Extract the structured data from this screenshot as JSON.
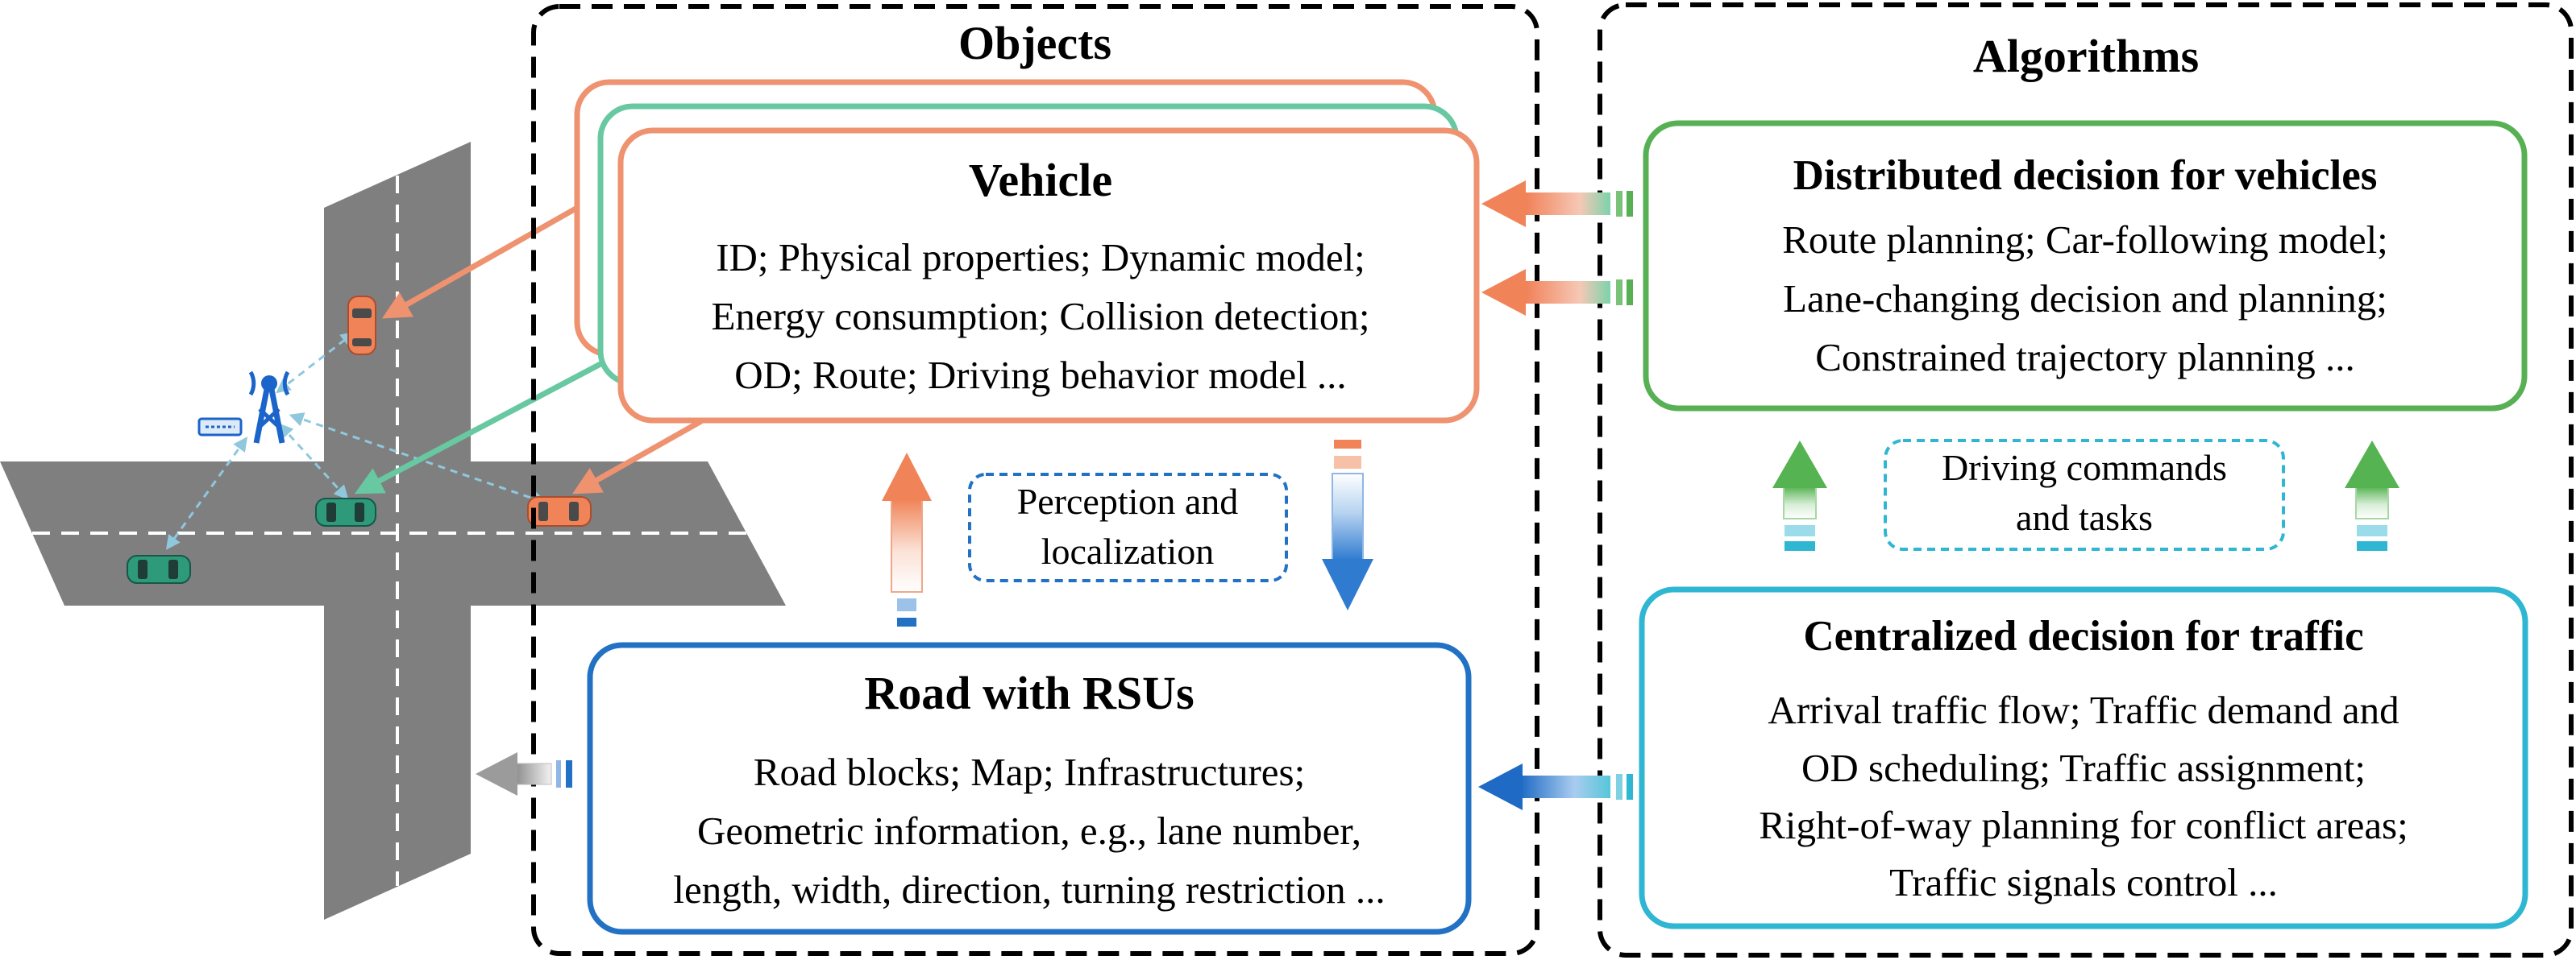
{
  "objects": {
    "title": "Objects",
    "vehicle": {
      "heading": "Vehicle",
      "lines": [
        "ID; Physical properties; Dynamic model;",
        "Energy consumption; Collision detection;",
        "OD; Route; Driving behavior model ..."
      ]
    },
    "road": {
      "heading": "Road with RSUs",
      "lines": [
        "Road blocks; Map; Infrastructures;",
        "Geometric information, e.g., lane number,",
        "length, width, direction, turning restriction ..."
      ]
    },
    "perception_label": [
      "Perception and",
      "localization"
    ]
  },
  "algorithms": {
    "title": "Algorithms",
    "distributed": {
      "heading": "Distributed decision for vehicles",
      "lines": [
        "Route planning; Car-following model;",
        "Lane-changing decision and planning;",
        "Constrained trajectory planning ..."
      ]
    },
    "centralized": {
      "heading": "Centralized decision for traffic",
      "lines": [
        "Arrival traffic flow; Traffic demand and",
        "OD scheduling; Traffic assignment;",
        "Right-of-way planning for conflict areas;",
        "Traffic signals control ..."
      ]
    },
    "commands_label": [
      "Driving commands",
      "and tasks"
    ]
  },
  "colors": {
    "orange": "#EE9270",
    "teal": "#68C8A2",
    "blue": "#2271C4",
    "green": "#57B154",
    "cyan": "#2EB6D2",
    "road": "#7F7F7F",
    "car_orange": "#F08458",
    "car_green": "#2E9A7A",
    "tower": "#1B64C9",
    "link": "#8FC8DC",
    "grey_arrow": "#9B9B9B"
  }
}
